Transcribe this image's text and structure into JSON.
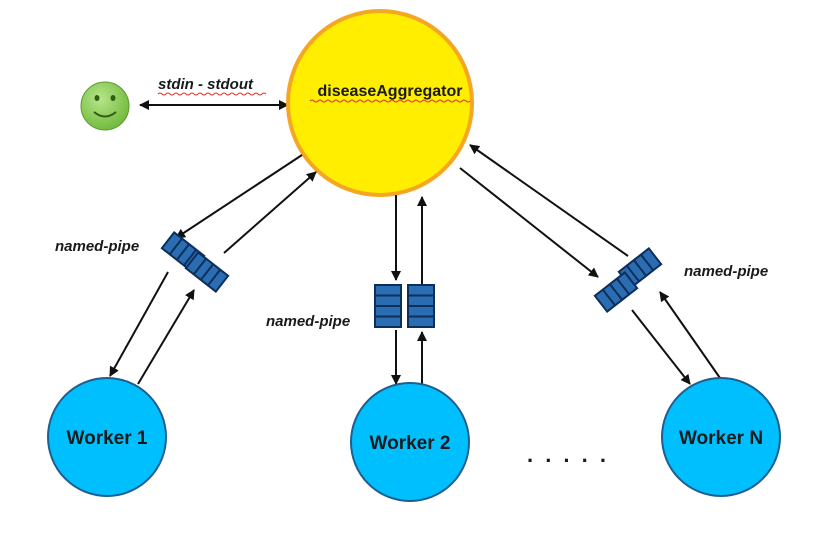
{
  "aggregator": {
    "label": "diseaseAggregator"
  },
  "user_link": {
    "label": "stdin - stdout"
  },
  "pipes": [
    {
      "label": "named-pipe"
    },
    {
      "label": "named-pipe"
    },
    {
      "label": "named-pipe"
    }
  ],
  "workers": [
    {
      "label": "Worker 1"
    },
    {
      "label": "Worker 2"
    },
    {
      "label": "Worker N"
    }
  ],
  "ellipsis": ". . . . .",
  "colors": {
    "aggregator_fill": "#ffee00",
    "aggregator_stroke": "#f5a623",
    "worker_fill": "#00bfff",
    "worker_stroke": "#1f5e8f",
    "pipe_fill": "#2a6db3",
    "pipe_stroke": "#0d2f5a",
    "smiley_fill": "#8fd14f"
  },
  "icons": {
    "user": "smiley-face-icon",
    "pipe": "fifo-queue-icon"
  }
}
